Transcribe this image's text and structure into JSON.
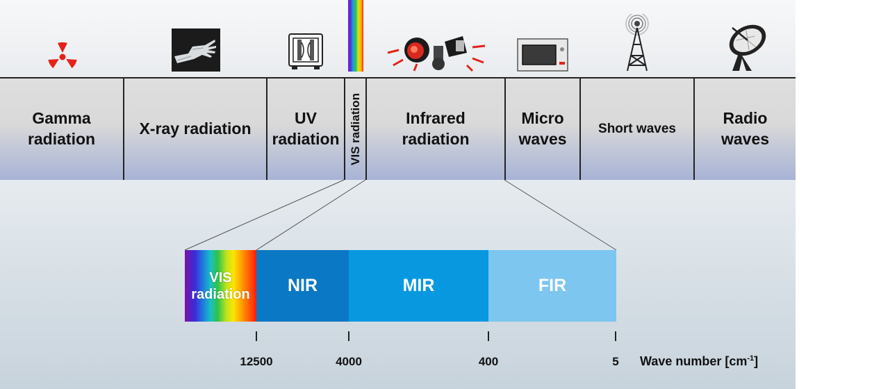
{
  "spectrum": {
    "regions": [
      {
        "id": "gamma",
        "label": "Gamma\nradiation",
        "icon": "radiation-hazard-icon"
      },
      {
        "id": "xray",
        "label": "X-ray radiation",
        "icon": "xray-hand-icon"
      },
      {
        "id": "uv",
        "label": "UV\nradiation",
        "icon": "uv-lamp-icon"
      },
      {
        "id": "vis",
        "label": "VIS radiation",
        "icon": "rainbow-spectrum-icon"
      },
      {
        "id": "infrared",
        "label": "Infrared\nradiation",
        "icon": "heat-lamp-icon"
      },
      {
        "id": "micro",
        "label": "Micro\nwaves",
        "icon": "microwave-oven-icon"
      },
      {
        "id": "short",
        "label": "Short waves",
        "icon": "radio-tower-icon"
      },
      {
        "id": "radio",
        "label": "Radio\nwaves",
        "icon": "satellite-dish-icon"
      }
    ]
  },
  "zoom_bar": {
    "segments": [
      {
        "id": "vis",
        "label": "VIS\nradiation"
      },
      {
        "id": "nir",
        "label": "NIR",
        "color": "#0a78c4"
      },
      {
        "id": "mir",
        "label": "MIR",
        "color": "#0898e0"
      },
      {
        "id": "fir",
        "label": "FIR",
        "color": "#7cc6f0"
      }
    ],
    "ticks": [
      "12500",
      "4000",
      "400",
      "5"
    ],
    "axis_label": "Wave number [cm",
    "axis_unit_exponent": "-1",
    "axis_label_suffix": "]"
  }
}
